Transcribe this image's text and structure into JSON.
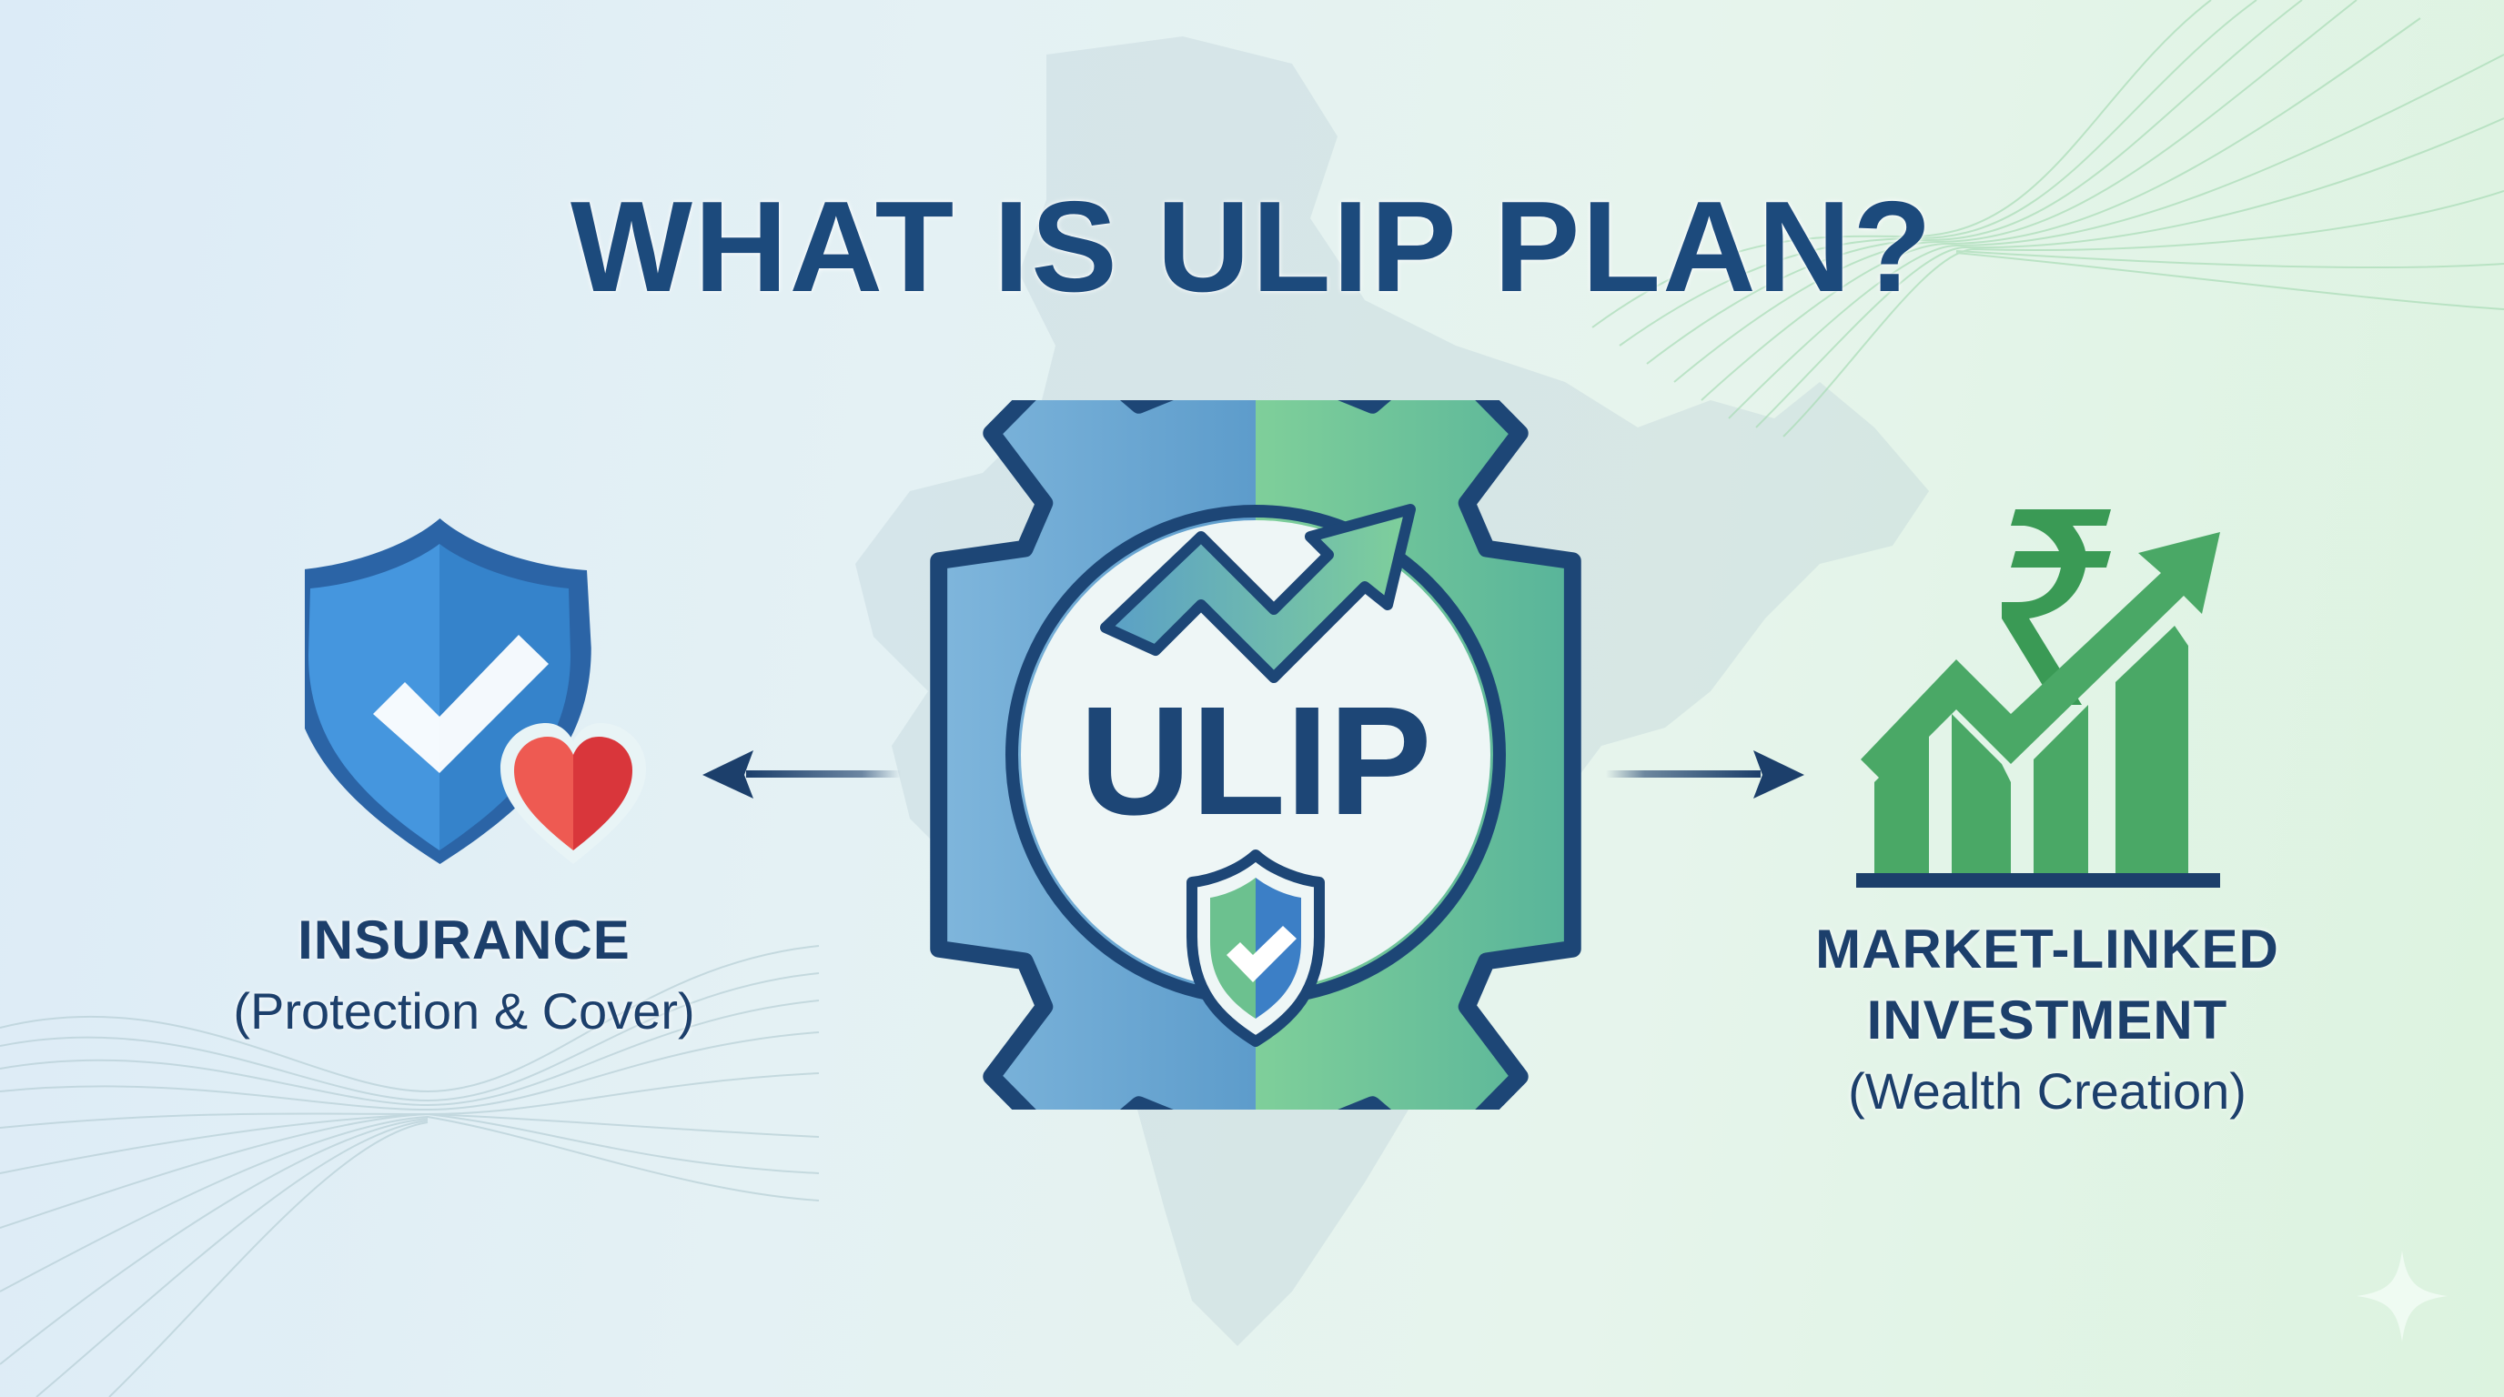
{
  "title": "WHAT IS ULIP PLAN?",
  "hub": {
    "label": "ULIP",
    "icons": [
      "gear-icon",
      "trend-arrow-icon",
      "shield-check-icon"
    ]
  },
  "left": {
    "heading": "INSURANCE",
    "subheading": "(Protection & Cover)",
    "icons": [
      "shield-check-icon",
      "heart-icon"
    ]
  },
  "right": {
    "heading_line1": "MARKET-LINKED",
    "heading_line2": "INVESTMENT",
    "subheading": "(Wealth Creation)",
    "icons": [
      "rupee-icon",
      "growth-bar-chart-icon"
    ]
  },
  "connectors": [
    "arrow-left",
    "arrow-right"
  ],
  "colors": {
    "navy": "#1c4a7c",
    "blue": "#3e8ad6",
    "green": "#4aa866",
    "red": "#e2473f",
    "bg_left": "#dcebf7",
    "bg_right": "#dcf3df"
  }
}
